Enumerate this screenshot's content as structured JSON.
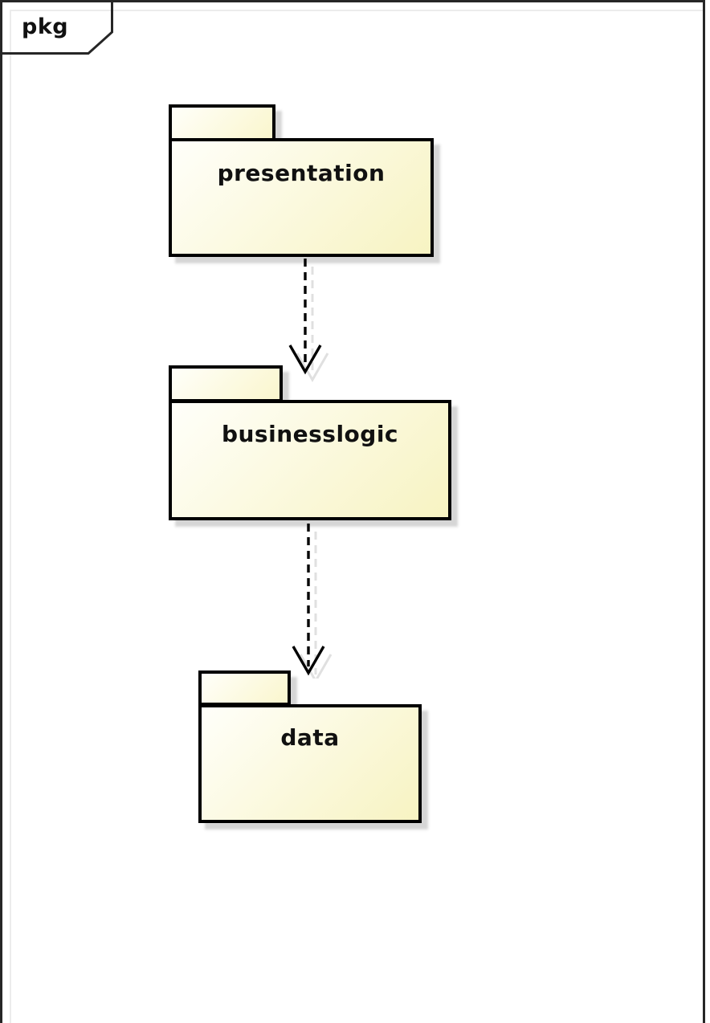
{
  "diagram": {
    "type": "uml-package-diagram",
    "frame_label": "pkg",
    "packages": [
      {
        "id": "presentation",
        "name": "presentation"
      },
      {
        "id": "businesslogic",
        "name": "businesslogic"
      },
      {
        "id": "data",
        "name": "data"
      }
    ],
    "dependencies": [
      {
        "from": "presentation",
        "to": "businesslogic",
        "line_style": "dashed",
        "arrowhead": "open"
      },
      {
        "from": "businesslogic",
        "to": "data",
        "line_style": "dashed",
        "arrowhead": "open"
      }
    ],
    "colors": {
      "background": "#ffffff",
      "frame_border": "#262626",
      "inner_guide_line": "#ececec",
      "package_border": "#000000",
      "package_fill_light": "#fffffa",
      "package_fill_dark": "#f7f3c2",
      "shadow": "#d9d9d9",
      "text": "#111111"
    }
  }
}
